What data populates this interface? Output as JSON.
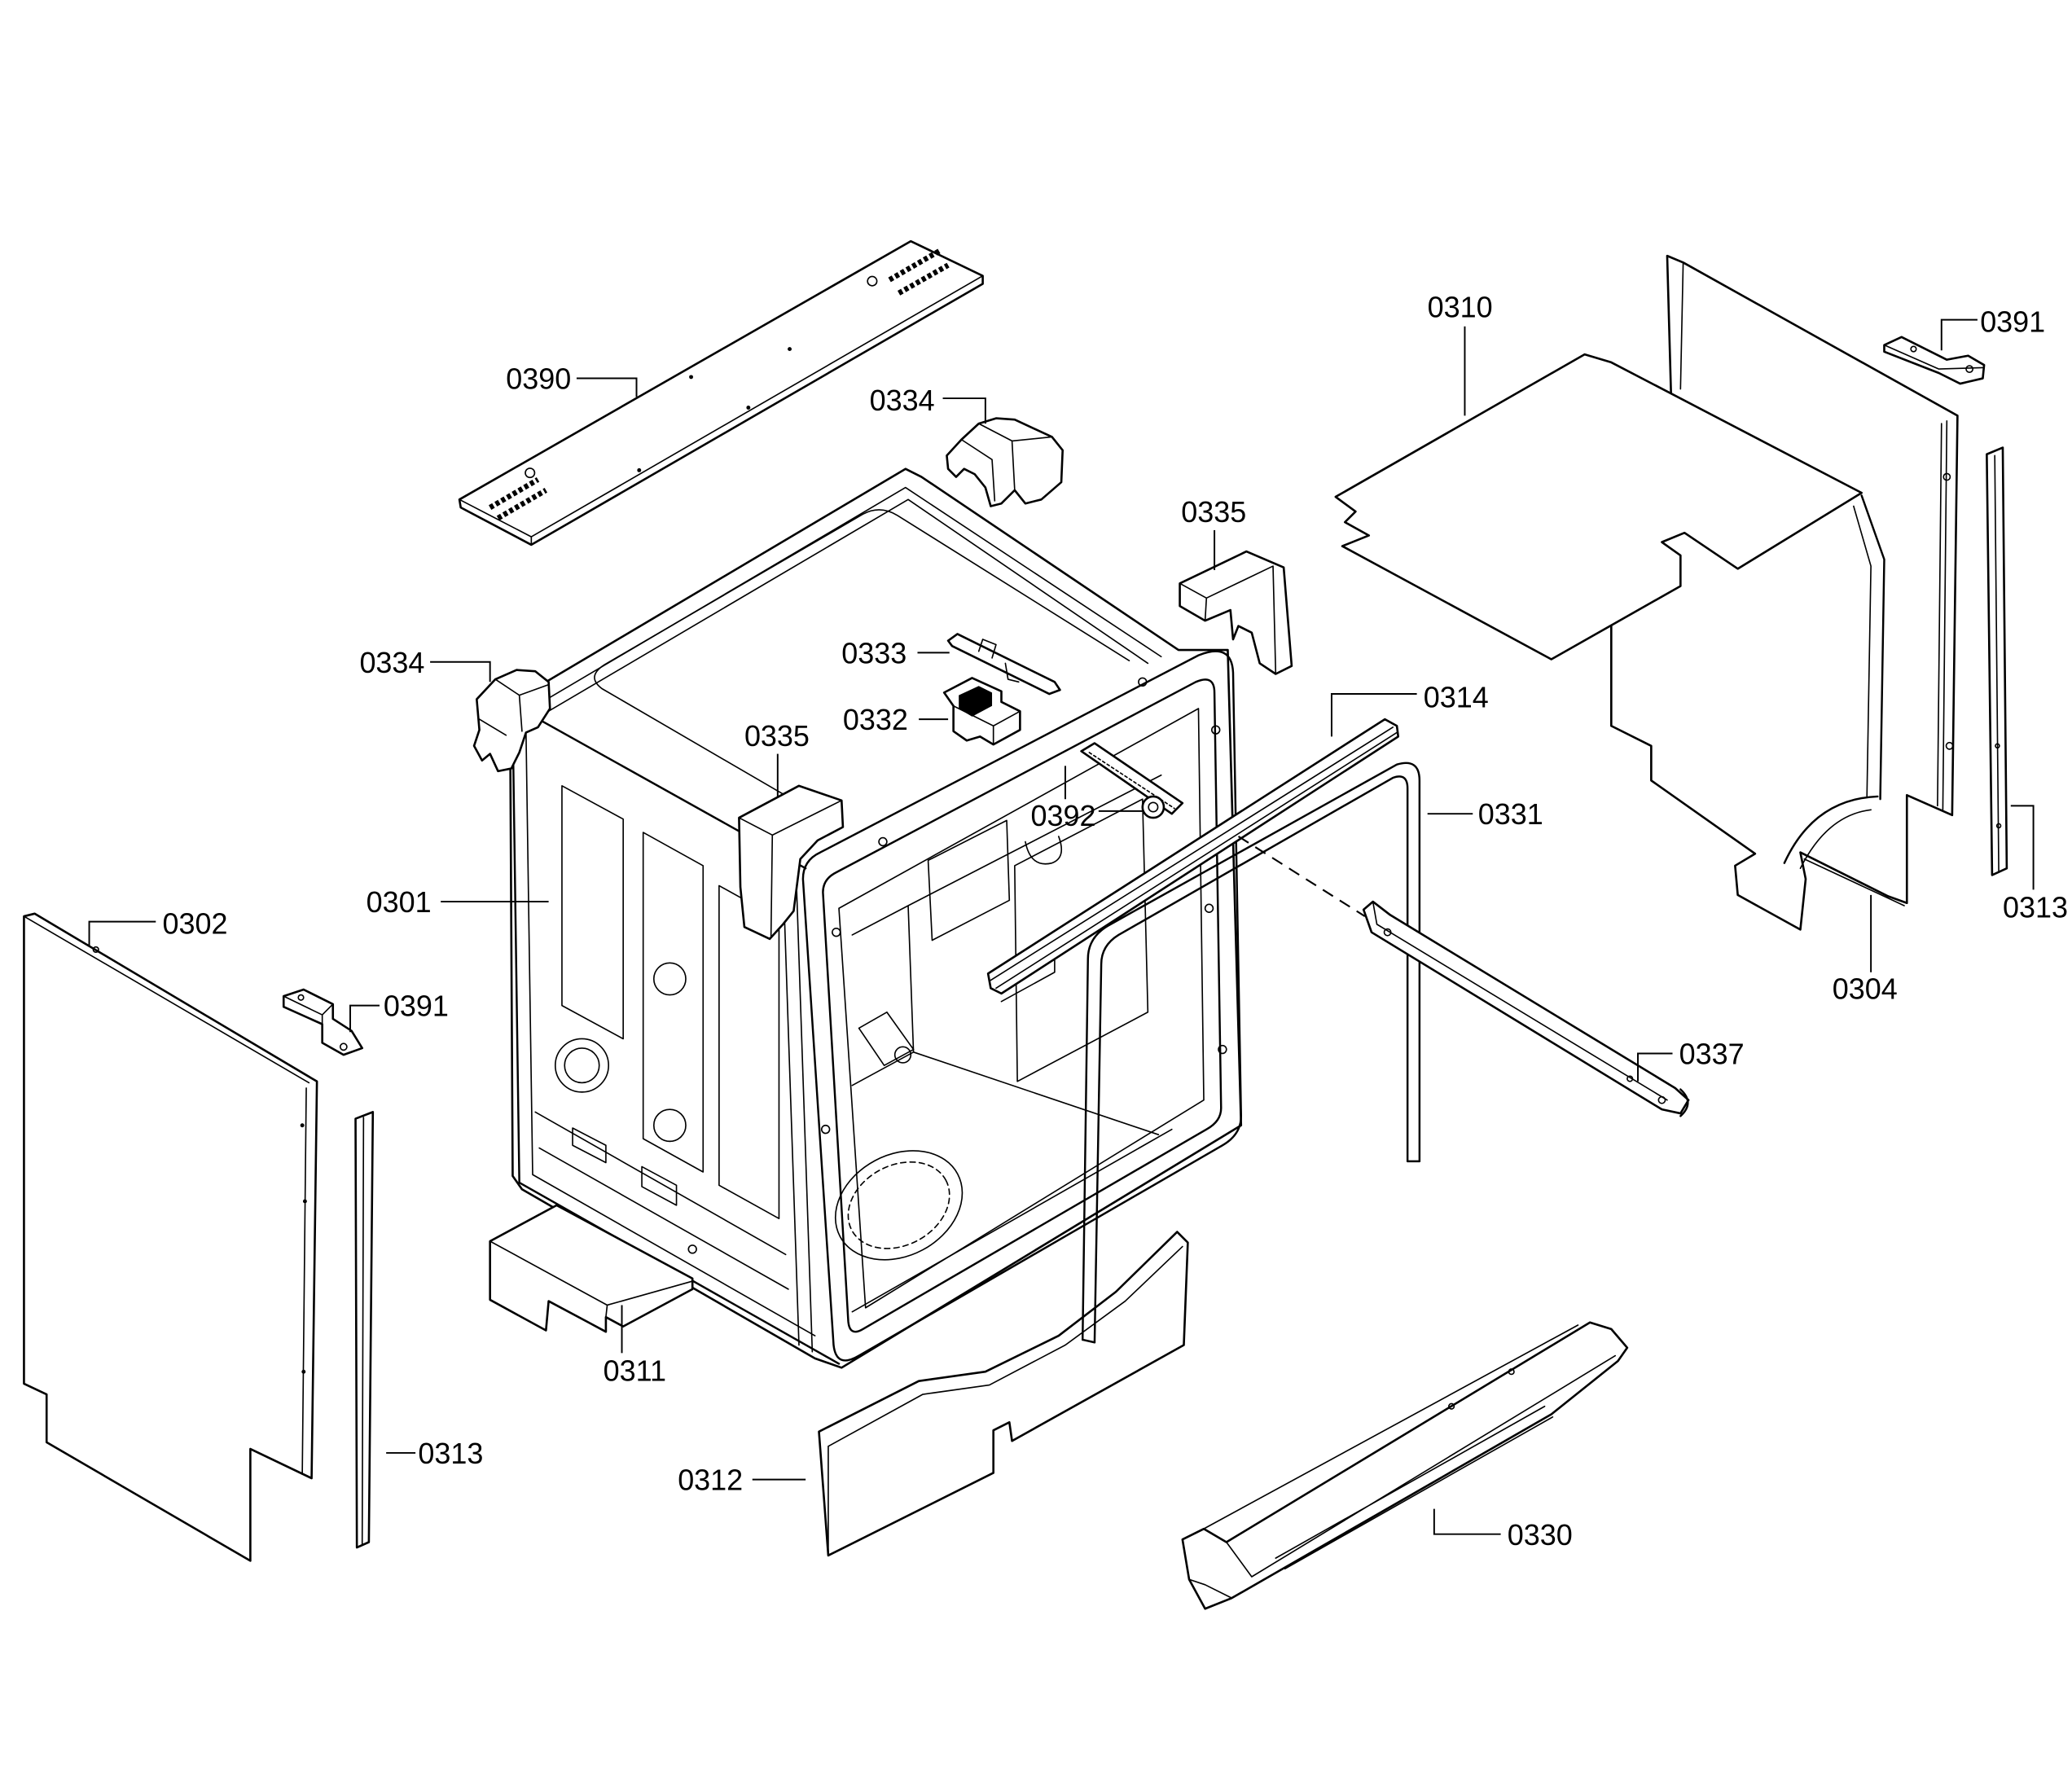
{
  "colors": {
    "line": "#000000",
    "background": "#ffffff"
  },
  "callouts": [
    "0390",
    "0334",
    "0335",
    "0334",
    "0333",
    "0332",
    "0335",
    "0314",
    "0392",
    "0331",
    "0301",
    "0302",
    "0391",
    "0337",
    "0311",
    "0313",
    "0312",
    "0330",
    "0310",
    "0391",
    "0313",
    "0304"
  ]
}
